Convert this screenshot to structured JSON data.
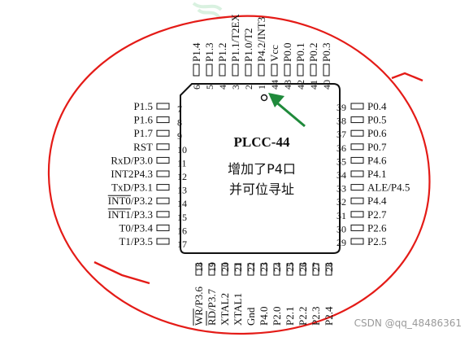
{
  "chip": {
    "title": "PLCC-44",
    "subtitle_line1": "增加了P4口",
    "subtitle_line2": "并可位寻址"
  },
  "pins": {
    "top": [
      {
        "num": "6",
        "label": "P1.4"
      },
      {
        "num": "5",
        "label": "P1.3"
      },
      {
        "num": "4",
        "label": "P1.2"
      },
      {
        "num": "3",
        "label": "P1.1/T2EX"
      },
      {
        "num": "2",
        "label": "P1.0/T2"
      },
      {
        "num": "1",
        "label": "P4.2/INT3"
      },
      {
        "num": "44",
        "label": "Vcc"
      },
      {
        "num": "43",
        "label": "P0.0"
      },
      {
        "num": "42",
        "label": "P0.1"
      },
      {
        "num": "41",
        "label": "P0.2"
      },
      {
        "num": "40",
        "label": "P0.3"
      }
    ],
    "left": [
      {
        "num": "7",
        "label": "P1.5",
        "overline": ""
      },
      {
        "num": "8",
        "label": "P1.6",
        "overline": ""
      },
      {
        "num": "9",
        "label": "P1.7",
        "overline": ""
      },
      {
        "num": "10",
        "label": "RST",
        "overline": ""
      },
      {
        "num": "11",
        "label": "RxD/P3.0",
        "overline": ""
      },
      {
        "num": "12",
        "label": "INT2P4.3",
        "overline": ""
      },
      {
        "num": "13",
        "label": "TxD/P3.1",
        "overline": ""
      },
      {
        "num": "14",
        "label": "INT0/P3.2",
        "overline": "INT0"
      },
      {
        "num": "15",
        "label": "INT1/P3.3",
        "overline": "INT1"
      },
      {
        "num": "16",
        "label": "T0/P3.4",
        "overline": ""
      },
      {
        "num": "17",
        "label": "T1/P3.5",
        "overline": ""
      }
    ],
    "right": [
      {
        "num": "39",
        "label": "P0.4"
      },
      {
        "num": "38",
        "label": "P0.5"
      },
      {
        "num": "37",
        "label": "P0.6"
      },
      {
        "num": "36",
        "label": "P0.7"
      },
      {
        "num": "35",
        "label": "P4.6"
      },
      {
        "num": "34",
        "label": "P4.1"
      },
      {
        "num": "33",
        "label": "ALE/P4.5"
      },
      {
        "num": "32",
        "label": "P4.4"
      },
      {
        "num": "31",
        "label": "P2.7"
      },
      {
        "num": "30",
        "label": "P2.6"
      },
      {
        "num": "29",
        "label": "P2.5"
      }
    ],
    "bottom": [
      {
        "num": "18",
        "label": "WR/P3.6",
        "overline": "WR"
      },
      {
        "num": "19",
        "label": "RD/P3.7",
        "overline": "RD"
      },
      {
        "num": "20",
        "label": "XTAL2",
        "overline": ""
      },
      {
        "num": "21",
        "label": "XTAL1",
        "overline": ""
      },
      {
        "num": "22",
        "label": "Gnd",
        "overline": ""
      },
      {
        "num": "23",
        "label": "P4.0",
        "overline": ""
      },
      {
        "num": "24",
        "label": "P2.0",
        "overline": ""
      },
      {
        "num": "25",
        "label": "P2.1",
        "overline": ""
      },
      {
        "num": "26",
        "label": "P2.2",
        "overline": ""
      },
      {
        "num": "27",
        "label": "P2.3",
        "overline": ""
      },
      {
        "num": "28",
        "label": "P2.4",
        "overline": ""
      }
    ]
  },
  "watermark": "CSDN @qq_48486361",
  "colors": {
    "annotation_red": "#e41b17",
    "arrow_green": "#1f8a3b",
    "watermark_green": "#c9ecd3",
    "ink": "#111111"
  }
}
